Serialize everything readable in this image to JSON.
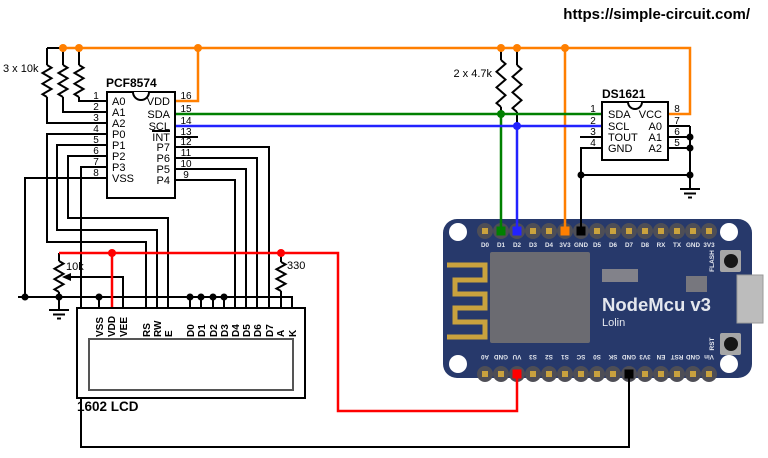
{
  "header": {
    "url": "https://simple-circuit.com/"
  },
  "labels": {
    "pullups_addr": "3 x 10k",
    "pullups_i2c": "2 x 4.7k",
    "pot": "10k",
    "backlight_res": "330"
  },
  "pcf8574": {
    "name": "PCF8574",
    "left_pins": [
      {
        "num": "1",
        "label": "A0"
      },
      {
        "num": "2",
        "label": "A1"
      },
      {
        "num": "3",
        "label": "A2"
      },
      {
        "num": "4",
        "label": "P0"
      },
      {
        "num": "5",
        "label": "P1"
      },
      {
        "num": "6",
        "label": "P2"
      },
      {
        "num": "7",
        "label": "P3"
      },
      {
        "num": "8",
        "label": "VSS"
      }
    ],
    "right_pins": [
      {
        "num": "16",
        "label": "VDD",
        "c": "orange"
      },
      {
        "num": "15",
        "label": "SDA",
        "c": "green"
      },
      {
        "num": "14",
        "label": "SCL",
        "c": "blue"
      },
      {
        "num": "13",
        "label": "INT",
        "overline": true
      },
      {
        "num": "12",
        "label": "P7"
      },
      {
        "num": "11",
        "label": "P6"
      },
      {
        "num": "10",
        "label": "P5"
      },
      {
        "num": "9",
        "label": "P4"
      }
    ]
  },
  "ds1621": {
    "name": "DS1621",
    "left_pins": [
      {
        "num": "1",
        "label": "SDA",
        "c": "green"
      },
      {
        "num": "2",
        "label": "SCL",
        "c": "blue"
      },
      {
        "num": "3",
        "label": "TOUT"
      },
      {
        "num": "4",
        "label": "GND"
      }
    ],
    "right_pins": [
      {
        "num": "8",
        "label": "VCC",
        "c": "orange"
      },
      {
        "num": "7",
        "label": "A0"
      },
      {
        "num": "6",
        "label": "A1"
      },
      {
        "num": "5",
        "label": "A2"
      }
    ]
  },
  "lcd": {
    "title": "1602 LCD",
    "pins": [
      "VSS",
      "VDD",
      "VEE",
      "RS",
      "RW",
      "E",
      "D0",
      "D1",
      "D2",
      "D3",
      "D4",
      "D5",
      "D6",
      "D7",
      "A",
      "K"
    ]
  },
  "nodemcu": {
    "title": "NodeMcu v3",
    "subtitle": "Lolin",
    "flash_button": "FLASH",
    "rst_button": "RST",
    "top_pins": [
      "D0",
      "D1",
      "D2",
      "D3",
      "D4",
      "3V3",
      "GND",
      "D5",
      "D6",
      "D7",
      "D8",
      "RX",
      "TX",
      "GND",
      "3V3"
    ],
    "bottom_pins": [
      "A0",
      "GND",
      "VU",
      "S3",
      "S2",
      "S1",
      "SC",
      "S0",
      "SK",
      "GND",
      "3V3",
      "EN",
      "RST",
      "GND",
      "Vin"
    ]
  },
  "colors": {
    "orange": "#ff7f00",
    "green": "#008000",
    "blue": "#2222ff",
    "red": "#ff0000",
    "board": "#27396b",
    "board_text": "#e4e7ee",
    "gold": "#c9a23e",
    "pad": "#4e4e56",
    "chip_gray": "#6b6b71",
    "usb": "#bcbcbc"
  }
}
